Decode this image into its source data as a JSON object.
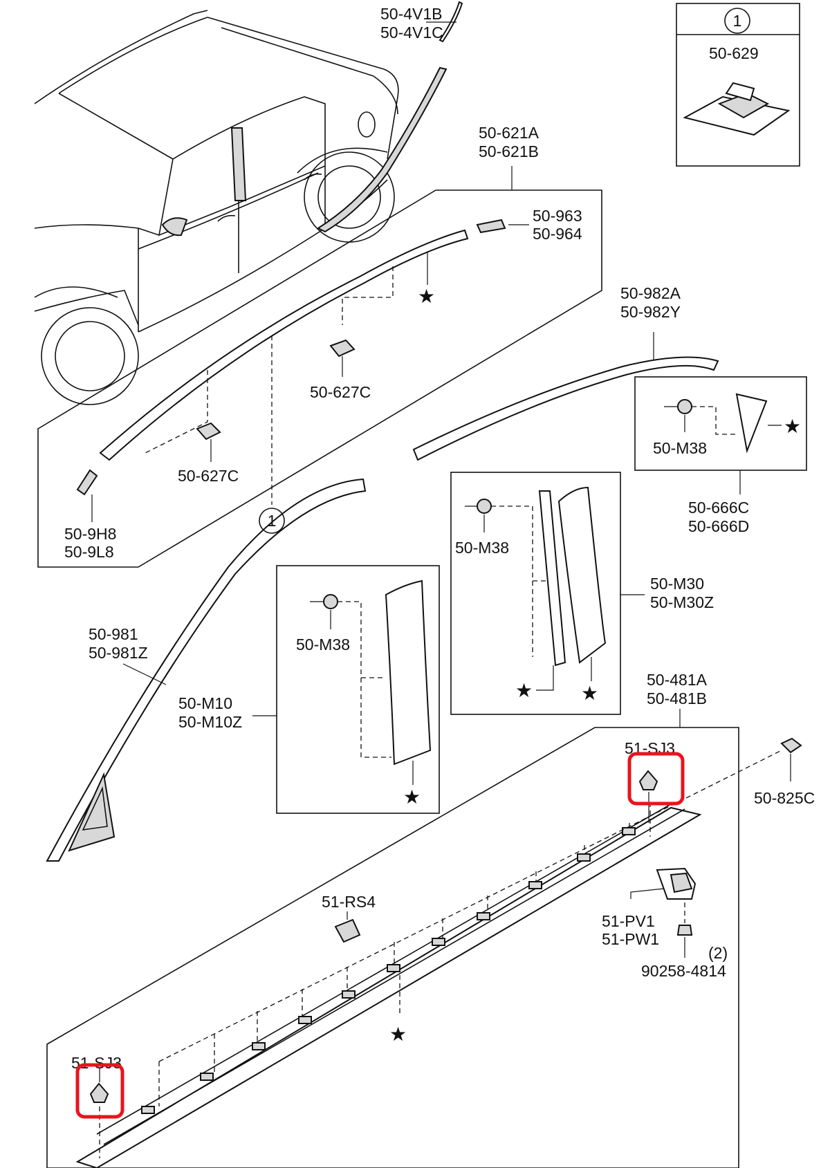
{
  "colors": {
    "line": "#111111",
    "highlight": "#e8141e",
    "background": "#ffffff"
  },
  "icons": {
    "star": "★"
  },
  "callouts": {
    "c1": "1",
    "c1_box": "1",
    "c2": "(2)"
  },
  "labels": {
    "p_4v1b": "50-4V1B",
    "p_4v1c": "50-4V1C",
    "p_629": "50-629",
    "p_621a": "50-621A",
    "p_621b": "50-621B",
    "p_963": "50-963",
    "p_964": "50-964",
    "p_627c_a": "50-627C",
    "p_627c_b": "50-627C",
    "p_9h8": "50-9H8",
    "p_9l8": "50-9L8",
    "p_982a": "50-982A",
    "p_982y": "50-982Y",
    "p_m38_a": "50-M38",
    "p_666c": "50-666C",
    "p_666d": "50-666D",
    "p_m38_b": "50-M38",
    "p_m30": "50-M30",
    "p_m30z": "50-M30Z",
    "p_981": "50-981",
    "p_981z": "50-981Z",
    "p_m10": "50-M10",
    "p_m10z": "50-M10Z",
    "p_m38_c": "50-M38",
    "p_481a": "50-481A",
    "p_481b": "50-481B",
    "p_sj3_a": "51-SJ3",
    "p_825c": "50-825C",
    "p_rs4": "51-RS4",
    "p_pv1": "51-PV1",
    "p_pw1": "51-PW1",
    "p_90258": "90258-4814",
    "p_sj3_b": "51-SJ3"
  }
}
